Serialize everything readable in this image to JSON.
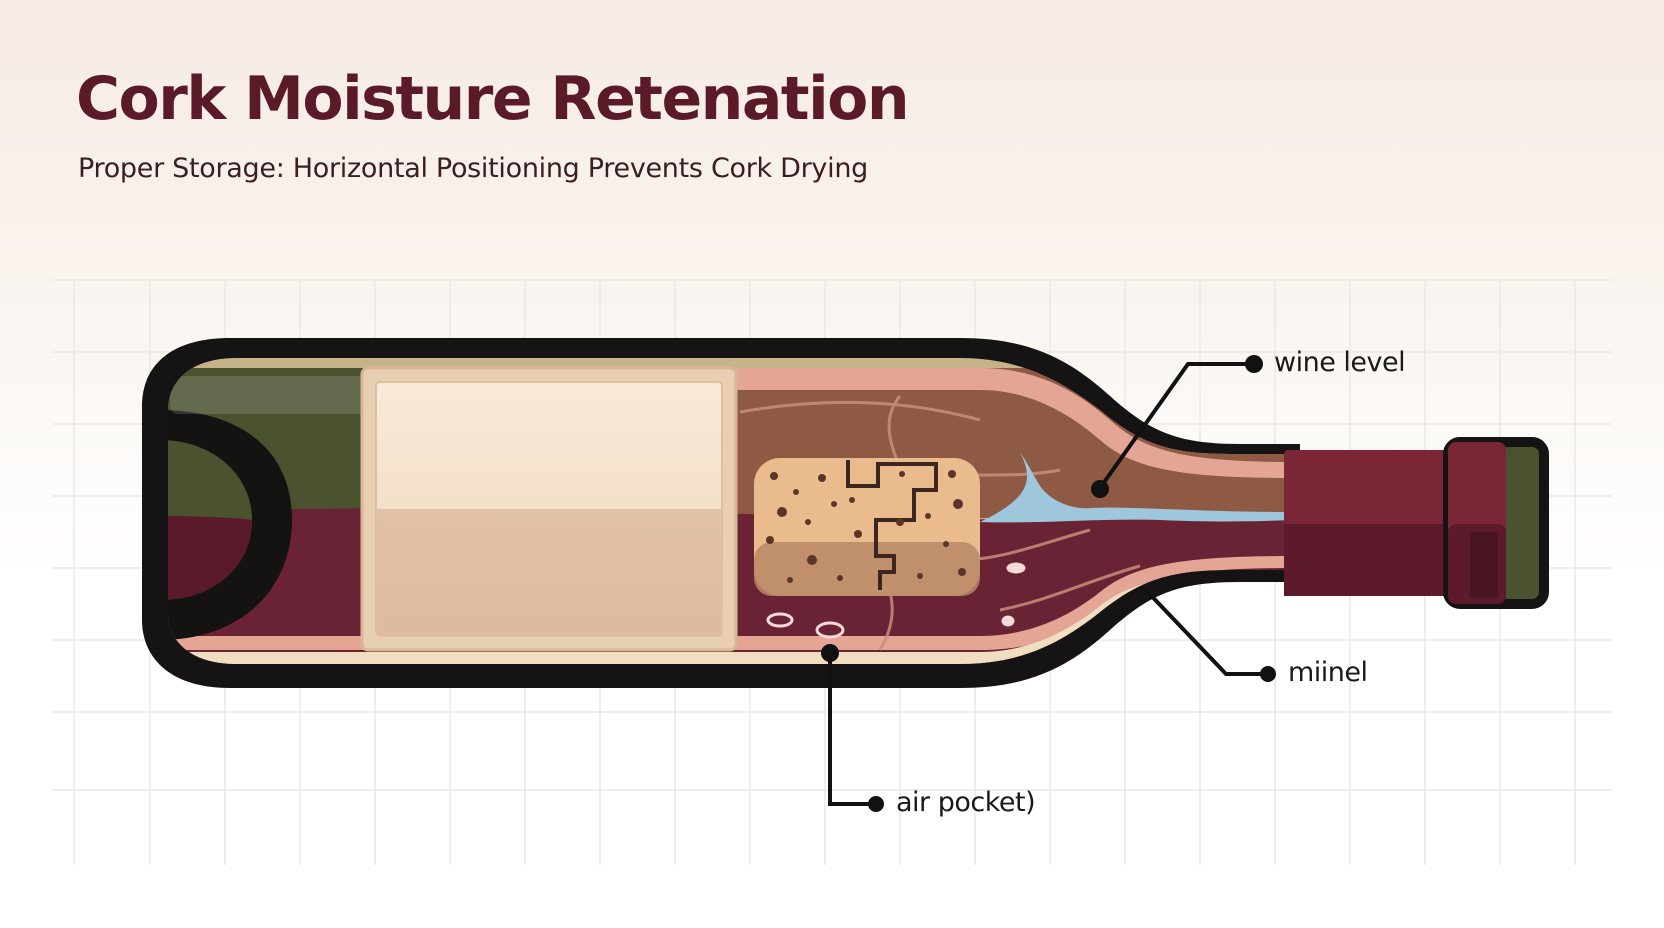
{
  "header": {
    "title": "Cork Moisture Retenation",
    "subtitle": "Proper Storage: Horizontal Positioning Prevents Cork Drying"
  },
  "callouts": {
    "wine_level": "wine level",
    "miinel": "miinel",
    "air_pocket": "air pocket)"
  },
  "colors": {
    "title": "#5b1a2a",
    "bottle_outline": "#161314",
    "glass_green": "#4a5230",
    "wine": "#6a2334",
    "cork": "#e9bb8d",
    "capsule": "#7a2637",
    "label": "#f6e6d0",
    "air": "#9ec7dc"
  }
}
